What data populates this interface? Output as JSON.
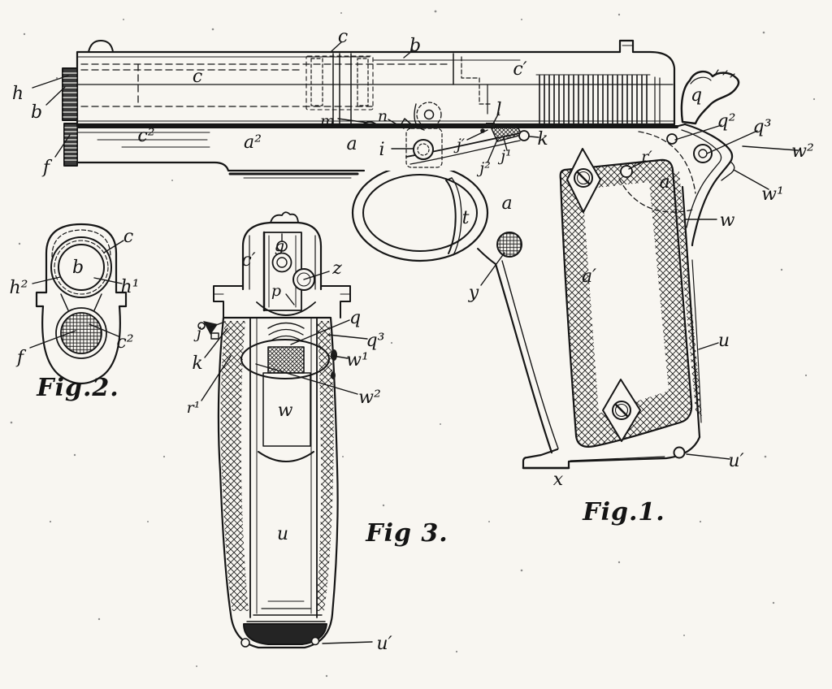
{
  "drawing": {
    "ink": "#161616",
    "paper": "#f8f6f1",
    "fig1": {
      "caption": "Fig.1.",
      "labels": [
        {
          "text": "h"
        },
        {
          "text": "b"
        },
        {
          "text": "f"
        },
        {
          "text": "c²"
        },
        {
          "text": "c"
        },
        {
          "text": "a²"
        },
        {
          "text": "a"
        },
        {
          "text": "c"
        },
        {
          "text": "b"
        },
        {
          "text": "m"
        },
        {
          "text": "n"
        },
        {
          "text": "l"
        },
        {
          "text": "i"
        },
        {
          "text": "j′"
        },
        {
          "text": "j²"
        },
        {
          "text": "j¹"
        },
        {
          "text": "k"
        },
        {
          "text": "q"
        },
        {
          "text": "q²"
        },
        {
          "text": "q³"
        },
        {
          "text": "w²"
        },
        {
          "text": "w¹"
        },
        {
          "text": "w"
        },
        {
          "text": "r′"
        },
        {
          "text": "a"
        },
        {
          "text": "a"
        },
        {
          "text": "t"
        },
        {
          "text": "y"
        },
        {
          "text": "a′"
        },
        {
          "text": "u"
        },
        {
          "text": "u′"
        },
        {
          "text": "x"
        },
        {
          "text": "c′"
        }
      ]
    },
    "fig2": {
      "caption": "Fig.2.",
      "labels": [
        {
          "text": "c"
        },
        {
          "text": "b"
        },
        {
          "text": "h²"
        },
        {
          "text": "h¹"
        },
        {
          "text": "f"
        },
        {
          "text": "c²"
        }
      ]
    },
    "fig3": {
      "caption": "Fig 3.",
      "labels": [
        {
          "text": "c′"
        },
        {
          "text": "g"
        },
        {
          "text": "p"
        },
        {
          "text": "z"
        },
        {
          "text": "j′"
        },
        {
          "text": "k"
        },
        {
          "text": "r¹"
        },
        {
          "text": "q"
        },
        {
          "text": "q³"
        },
        {
          "text": "w¹"
        },
        {
          "text": "w²"
        },
        {
          "text": "w"
        },
        {
          "text": "u"
        },
        {
          "text": "u′"
        }
      ]
    }
  }
}
